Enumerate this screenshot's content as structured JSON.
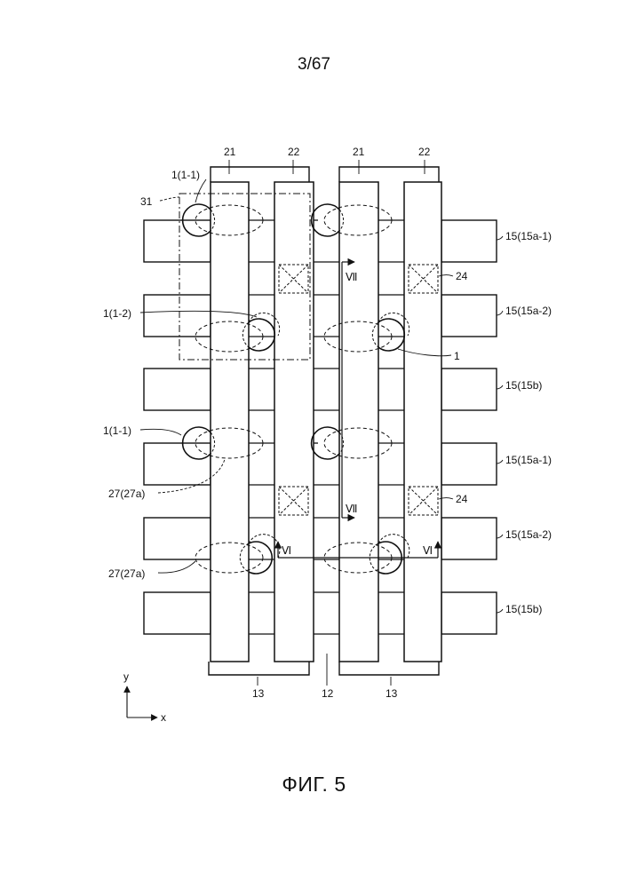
{
  "page_number": "3/67",
  "caption": "ФИГ. 5",
  "labels": {
    "l21a": "21",
    "l22a": "22",
    "l21b": "21",
    "l22b": "22",
    "l11_top": "1(1-1)",
    "l31": "31",
    "l12": "1(1-2)",
    "l11_mid": "1(1-1)",
    "l27a": "27(27a)",
    "l27b": "27(27a)",
    "l15_1": "15(15a-1)",
    "l15_2": "15(15a-2)",
    "l15_3": "15(15b)",
    "l15_4": "15(15a-1)",
    "l15_5": "15(15a-2)",
    "l15_6": "15(15b)",
    "l24a": "24",
    "l24b": "24",
    "l1": "1",
    "l13a": "13",
    "l13b": "13",
    "l12ref": "12",
    "l7a": "Ⅶ",
    "l7b": "Ⅶ",
    "l6a": "Ⅵ",
    "l6b": "Ⅵ",
    "axis_y": "y",
    "axis_x": "x"
  }
}
